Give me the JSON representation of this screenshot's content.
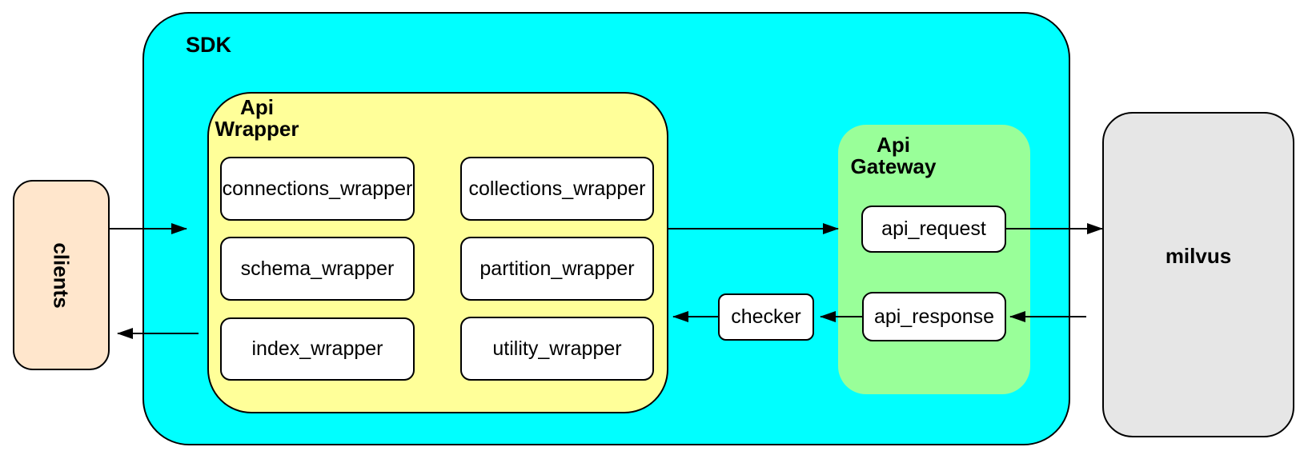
{
  "diagram": {
    "clients": {
      "label": "clients"
    },
    "sdk": {
      "label": "SDK"
    },
    "api_wrapper": {
      "label": "Api\nWrapper",
      "items": [
        "connections_wrapper",
        "collections_wrapper",
        "schema_wrapper",
        "partition_wrapper",
        "index_wrapper",
        "utility_wrapper"
      ]
    },
    "checker": {
      "label": "checker"
    },
    "api_gateway": {
      "label": "Api\nGateway",
      "items": [
        "api_request",
        "api_response"
      ]
    },
    "milvus": {
      "label": "milvus"
    },
    "colors": {
      "sdk_fill": "#00FFFF",
      "api_wrapper_fill": "#FFFF99",
      "api_gateway_fill": "#99FF99",
      "clients_fill": "#FFE6CC",
      "milvus_fill": "#E6E6E6",
      "node_fill": "#FFFFFF",
      "stroke": "#000000"
    }
  }
}
